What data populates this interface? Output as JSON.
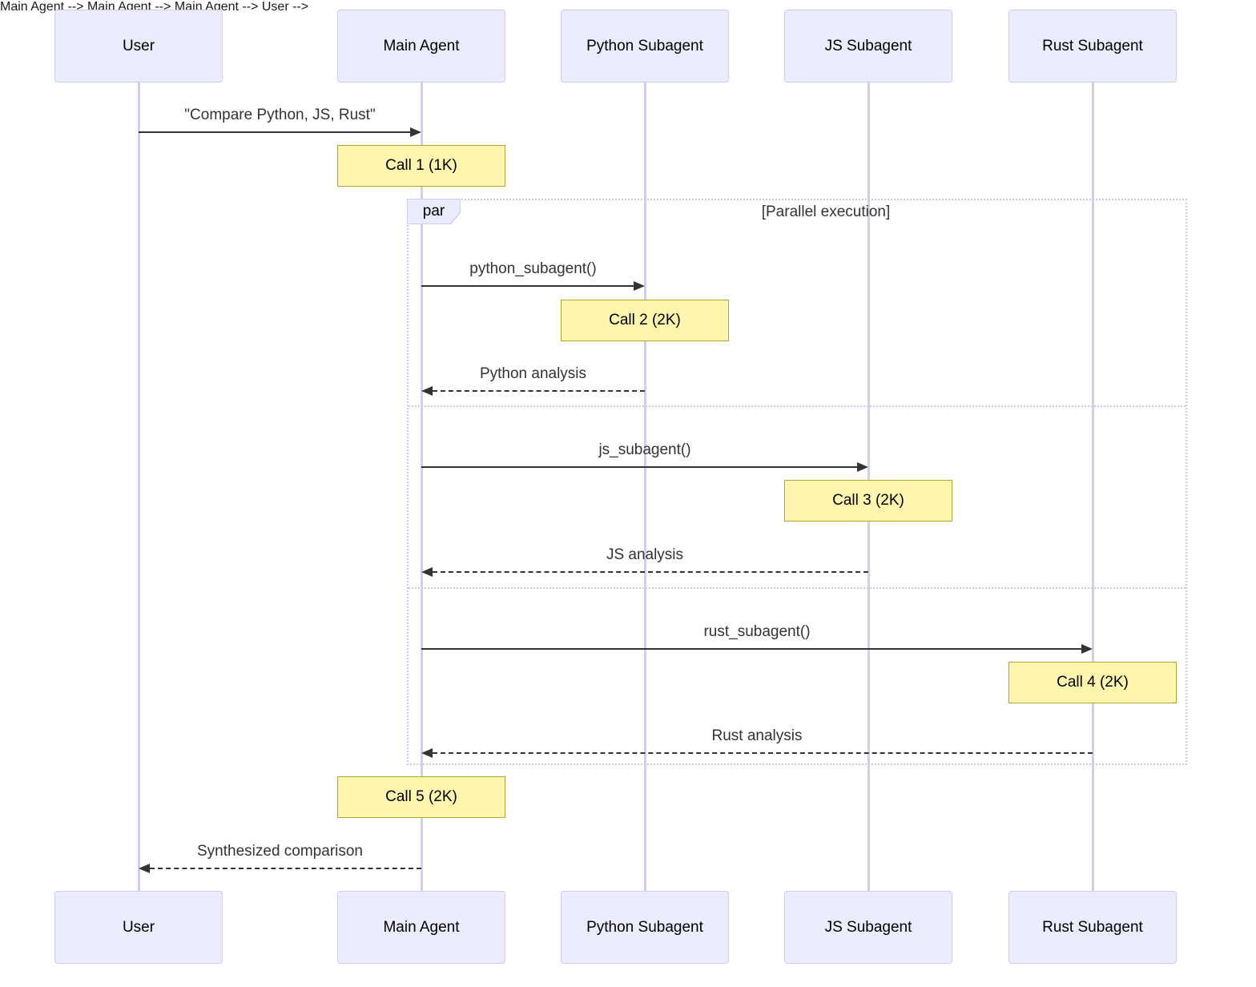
{
  "actors": [
    {
      "label": "User"
    },
    {
      "label": "Main Agent"
    },
    {
      "label": "Python Subagent"
    },
    {
      "label": "JS Subagent"
    },
    {
      "label": "Rust Subagent"
    }
  ],
  "messages": [
    {
      "label": "\"Compare Python, JS, Rust\"",
      "from": "User",
      "to": "Main Agent",
      "style": "solid"
    },
    {
      "label": "python_subagent()",
      "from": "Main Agent",
      "to": "Python Subagent",
      "style": "solid"
    },
    {
      "label": "Python analysis",
      "from": "Python Subagent",
      "to": "Main Agent",
      "style": "dashed"
    },
    {
      "label": "js_subagent()",
      "from": "Main Agent",
      "to": "JS Subagent",
      "style": "solid"
    },
    {
      "label": "JS analysis",
      "from": "JS Subagent",
      "to": "Main Agent",
      "style": "dashed"
    },
    {
      "label": "rust_subagent()",
      "from": "Main Agent",
      "to": "Rust Subagent",
      "style": "solid"
    },
    {
      "label": "Rust analysis",
      "from": "Rust Subagent",
      "to": "Main Agent",
      "style": "dashed"
    },
    {
      "label": "Synthesized comparison",
      "from": "Main Agent",
      "to": "User",
      "style": "dashed"
    }
  ],
  "notes": [
    {
      "label": "Call 1 (1K)",
      "over": "Main Agent"
    },
    {
      "label": "Call 2 (2K)",
      "over": "Python Subagent"
    },
    {
      "label": "Call 3 (2K)",
      "over": "JS Subagent"
    },
    {
      "label": "Call 4 (2K)",
      "over": "Rust Subagent"
    },
    {
      "label": "Call 5 (2K)",
      "over": "Main Agent"
    }
  ],
  "par_block": {
    "label": "par",
    "condition": "[Parallel execution]"
  },
  "colors": {
    "actor_fill": "#ECECFF",
    "actor_border": "#CFCCF0",
    "note_fill": "#FFF5AD",
    "note_border": "#AAAA33",
    "frame_border": "#C8C8E8",
    "lifeline": "#D5CEED",
    "arrow": "#333333"
  }
}
